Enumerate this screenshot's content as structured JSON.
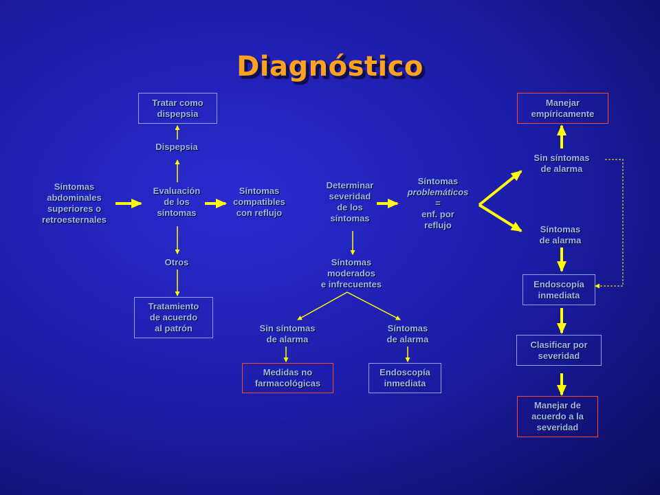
{
  "title": "Diagnóstico",
  "nodes": {
    "sintomas_abdominales": "Síntomas\nabdominales\nsuperiores o\nretroesternales",
    "evaluacion": "Evaluación\nde los\nsíntomas",
    "dispepsia": "Dispepsia",
    "tratar_dispepsia": "Tratar como\ndispepsia",
    "otros": "Otros",
    "tratamiento_patron": "Tratamiento\nde acuerdo\nal patrón",
    "compatibles_reflujo": "Síntomas\ncompatibles\ncon reflujo",
    "determinar_severidad": "Determinar\nseveridad\nde los\nsíntomas",
    "problematicos_1": "Síntomas",
    "problematicos_2": "problemáticos",
    "problematicos_3": "=\nenf. por\nreflujo",
    "moderados": "Síntomas\nmoderados\ne infrecuentes",
    "sin_alarma_mid": "Sin síntomas\nde alarma",
    "alarma_mid": "Síntomas\nde alarma",
    "medidas_no_farm": "Medidas no\nfarmacológicas",
    "endoscopia_mid": "Endoscopía\ninmediata",
    "manejar_empirico": "Manejar\nempíricamente",
    "sin_alarma_right": "Sin síntomas\nde alarma",
    "alarma_right": "Síntomas\nde alarma",
    "endoscopia_right": "Endoscopía\ninmediata",
    "clasificar": "Clasificar por\nseveridad",
    "manejar_severidad": "Manejar de\nacuerdo a la\nseveridad"
  },
  "colors": {
    "arrow": "#ffff00",
    "text": "#9ab8ff",
    "title": "#ffa21e",
    "box_blue": "#8fa6ff",
    "box_red": "#ff4a2a"
  }
}
